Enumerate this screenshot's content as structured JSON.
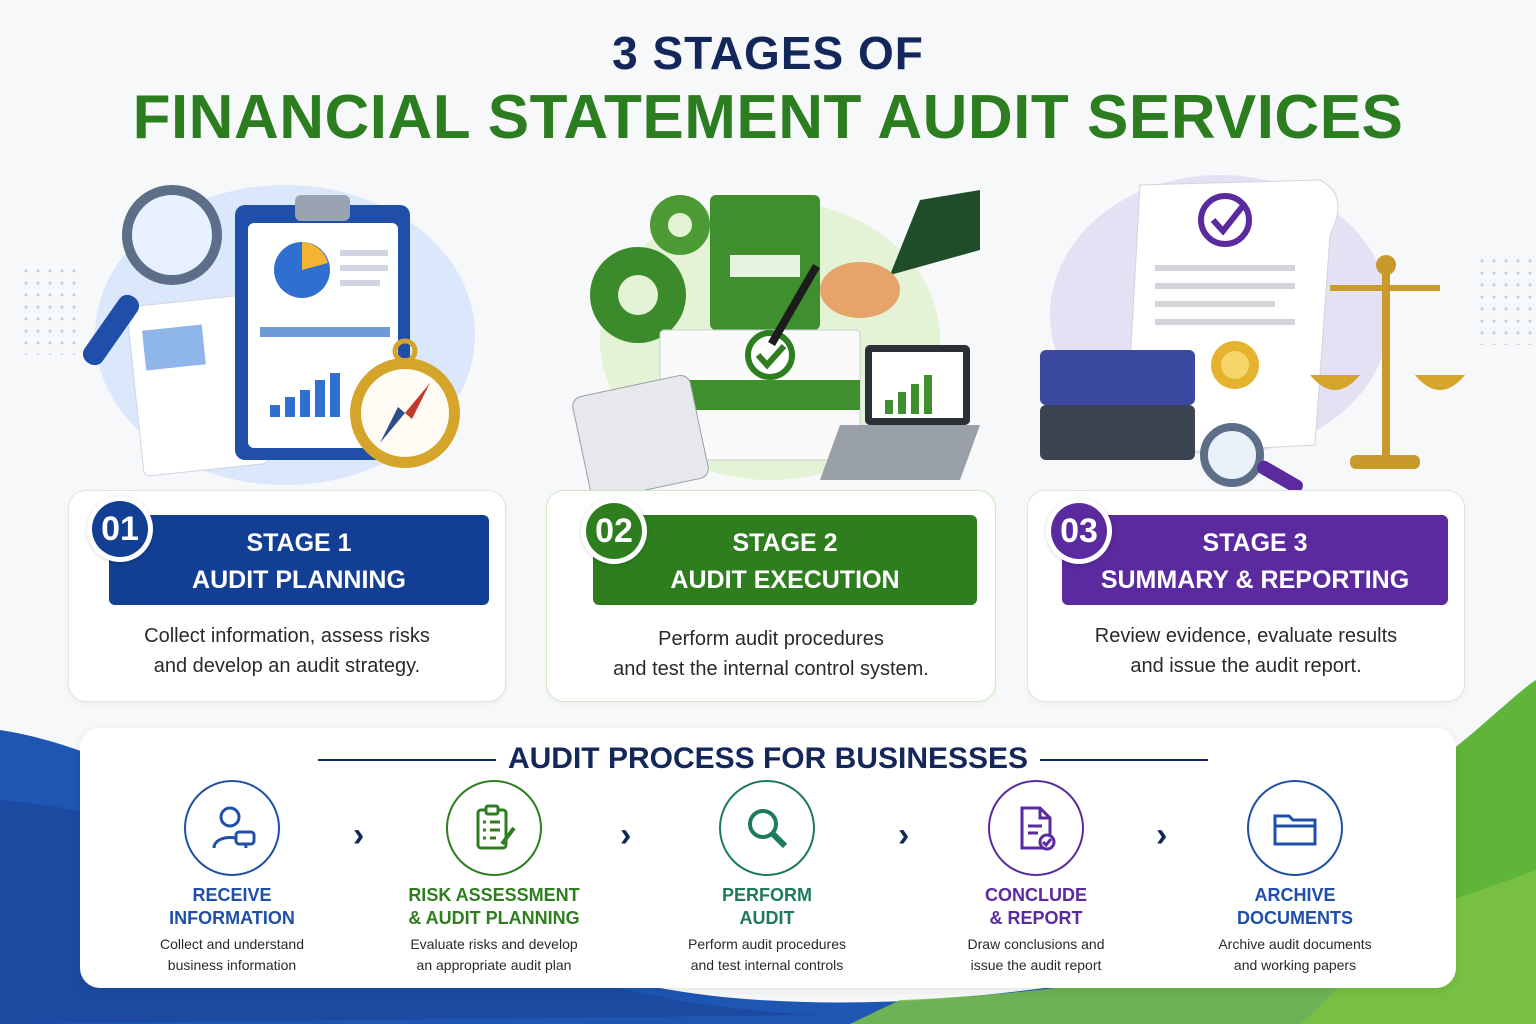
{
  "title_line1": "3 STAGES OF",
  "title_line2": "FINANCIAL STATEMENT AUDIT SERVICES",
  "colors": {
    "navy": "#14275a",
    "blue": "#123f94",
    "green": "#2e7d1f",
    "purple": "#5b2a9e"
  },
  "stages": [
    {
      "number": "01",
      "stage": "STAGE 1",
      "name": "AUDIT PLANNING",
      "desc_line1": "Collect information, assess risks",
      "desc_line2": "and develop an audit strategy."
    },
    {
      "number": "02",
      "stage": "STAGE 2",
      "name": "AUDIT EXECUTION",
      "desc_line1": "Perform audit procedures",
      "desc_line2": "and test the internal control system."
    },
    {
      "number": "03",
      "stage": "STAGE 3",
      "name": "SUMMARY & REPORTING",
      "desc_line1": "Review evidence, evaluate results",
      "desc_line2": "and issue the audit report."
    }
  ],
  "process": {
    "title": "AUDIT PROCESS FOR BUSINESSES",
    "steps": [
      {
        "icon": "person-chat-icon",
        "title1": "RECEIVE",
        "title2": "INFORMATION",
        "desc1": "Collect and understand",
        "desc2": "business information"
      },
      {
        "icon": "clipboard-checklist-icon",
        "title1": "RISK ASSESSMENT",
        "title2": "& AUDIT PLANNING",
        "desc1": "Evaluate risks and develop",
        "desc2": "an appropriate audit plan"
      },
      {
        "icon": "magnifier-icon",
        "title1": "PERFORM",
        "title2": "AUDIT",
        "desc1": "Perform audit procedures",
        "desc2": "and test internal controls"
      },
      {
        "icon": "document-check-icon",
        "title1": "CONCLUDE",
        "title2": "& REPORT",
        "desc1": "Draw conclusions and",
        "desc2": "issue the audit report"
      },
      {
        "icon": "folder-icon",
        "title1": "ARCHIVE",
        "title2": "DOCUMENTS",
        "desc1": "Archive audit documents",
        "desc2": "and working papers"
      }
    ]
  }
}
